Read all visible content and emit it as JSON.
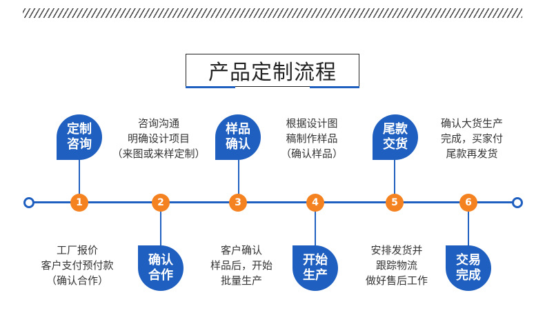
{
  "title": "产品定制流程",
  "steps": [
    {
      "number": "1",
      "bubble_line1": "定制",
      "bubble_line2": "咨询",
      "desc": [
        "咨询沟通",
        "明确设计项目",
        "（来图或来样定制）"
      ]
    },
    {
      "number": "2",
      "bubble_line1": "确认",
      "bubble_line2": "合作",
      "desc": [
        "工厂报价",
        "客户支付预付款",
        "（确认合作）"
      ]
    },
    {
      "number": "3",
      "bubble_line1": "样品",
      "bubble_line2": "确认",
      "desc": [
        "根据设计图",
        "稿制作样品",
        "（确认样品）"
      ]
    },
    {
      "number": "4",
      "bubble_line1": "开始",
      "bubble_line2": "生产",
      "desc": [
        "客户确认",
        "样品后，开始",
        "批量生产"
      ]
    },
    {
      "number": "5",
      "bubble_line1": "尾款",
      "bubble_line2": "交货",
      "desc": [
        "确认大货生产",
        "完成，买家付",
        "尾款再发货"
      ]
    },
    {
      "number": "6",
      "bubble_line1": "交易",
      "bubble_line2": "完成",
      "desc": [
        "安排发货并",
        "跟踪物流",
        "做好售后工作"
      ]
    }
  ],
  "colors": {
    "primary": "#1f5fbf",
    "node": "#f58220",
    "text": "#333333"
  }
}
